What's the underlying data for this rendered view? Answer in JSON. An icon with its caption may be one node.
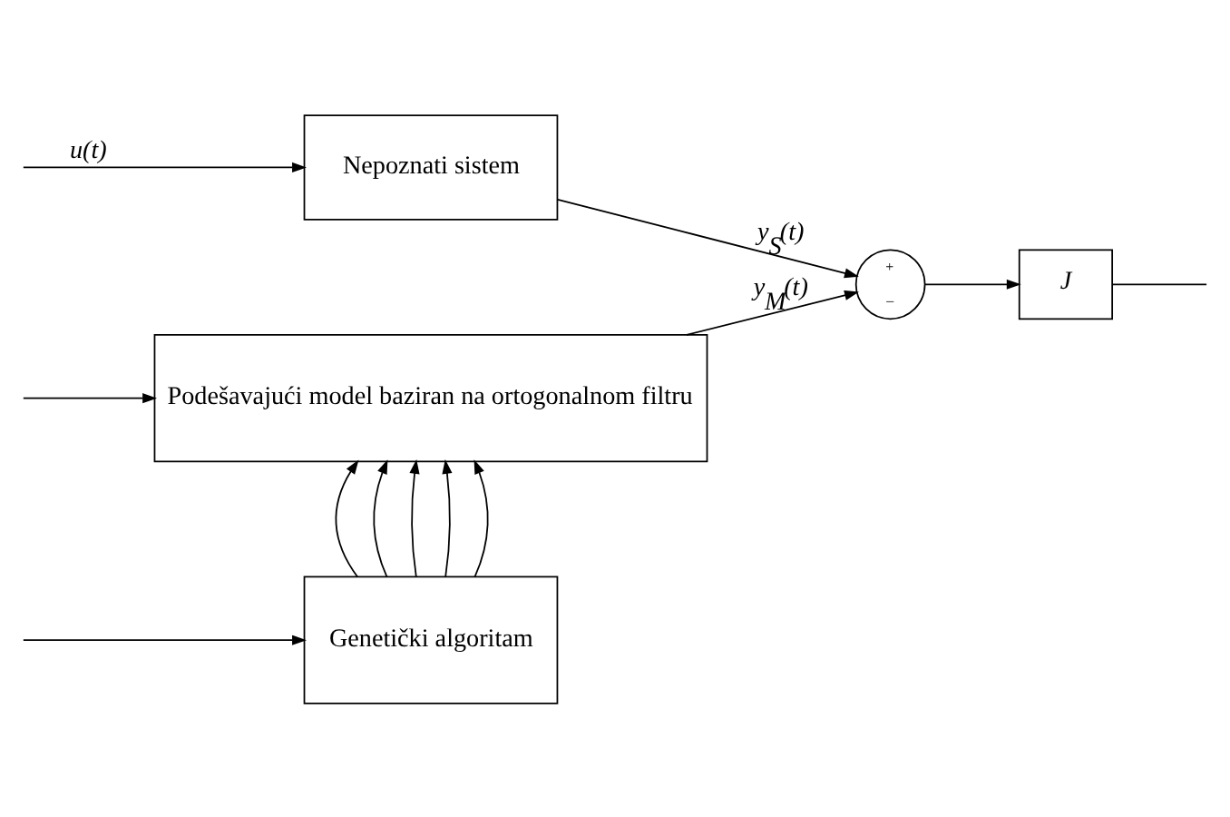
{
  "diagram": {
    "nodes": [
      {
        "text": [
          "Nepoznati sistem"
        ]
      },
      {
        "text": [
          "Podešavajući model baziran na ortogonalnom filtru"
        ]
      },
      {
        "text": [
          "+",
          "–"
        ]
      },
      {
        "text": [
          "J"
        ]
      },
      {
        "text": [
          "Genetički algoritam"
        ]
      }
    ],
    "edges": [
      {
        "from": null,
        "to": 0,
        "arrow": "to",
        "label": "u(t)"
      },
      {
        "from": null,
        "to": 1,
        "arrow": "to"
      },
      {
        "from": 0,
        "to": 2,
        "arrow": "to",
        "label": "y$_{S}$(t)"
      },
      {
        "from": 1,
        "to": 2,
        "arrow": "to",
        "label": "y$_{M}$(t)"
      },
      {
        "from": 2,
        "to": 3,
        "arrow": "to"
      },
      {
        "from": 3,
        "to": null,
        "arrow": "none"
      },
      {
        "from": null,
        "to": 4,
        "arrow": "to"
      },
      {
        "from": 4,
        "to": 1,
        "arrow": "to"
      },
      {
        "from": 4,
        "to": 1,
        "arrow": "to"
      },
      {
        "from": 4,
        "to": 1,
        "arrow": "to"
      },
      {
        "from": 4,
        "to": 1,
        "arrow": "to"
      },
      {
        "from": 4,
        "to": 1,
        "arrow": "to"
      }
    ]
  }
}
